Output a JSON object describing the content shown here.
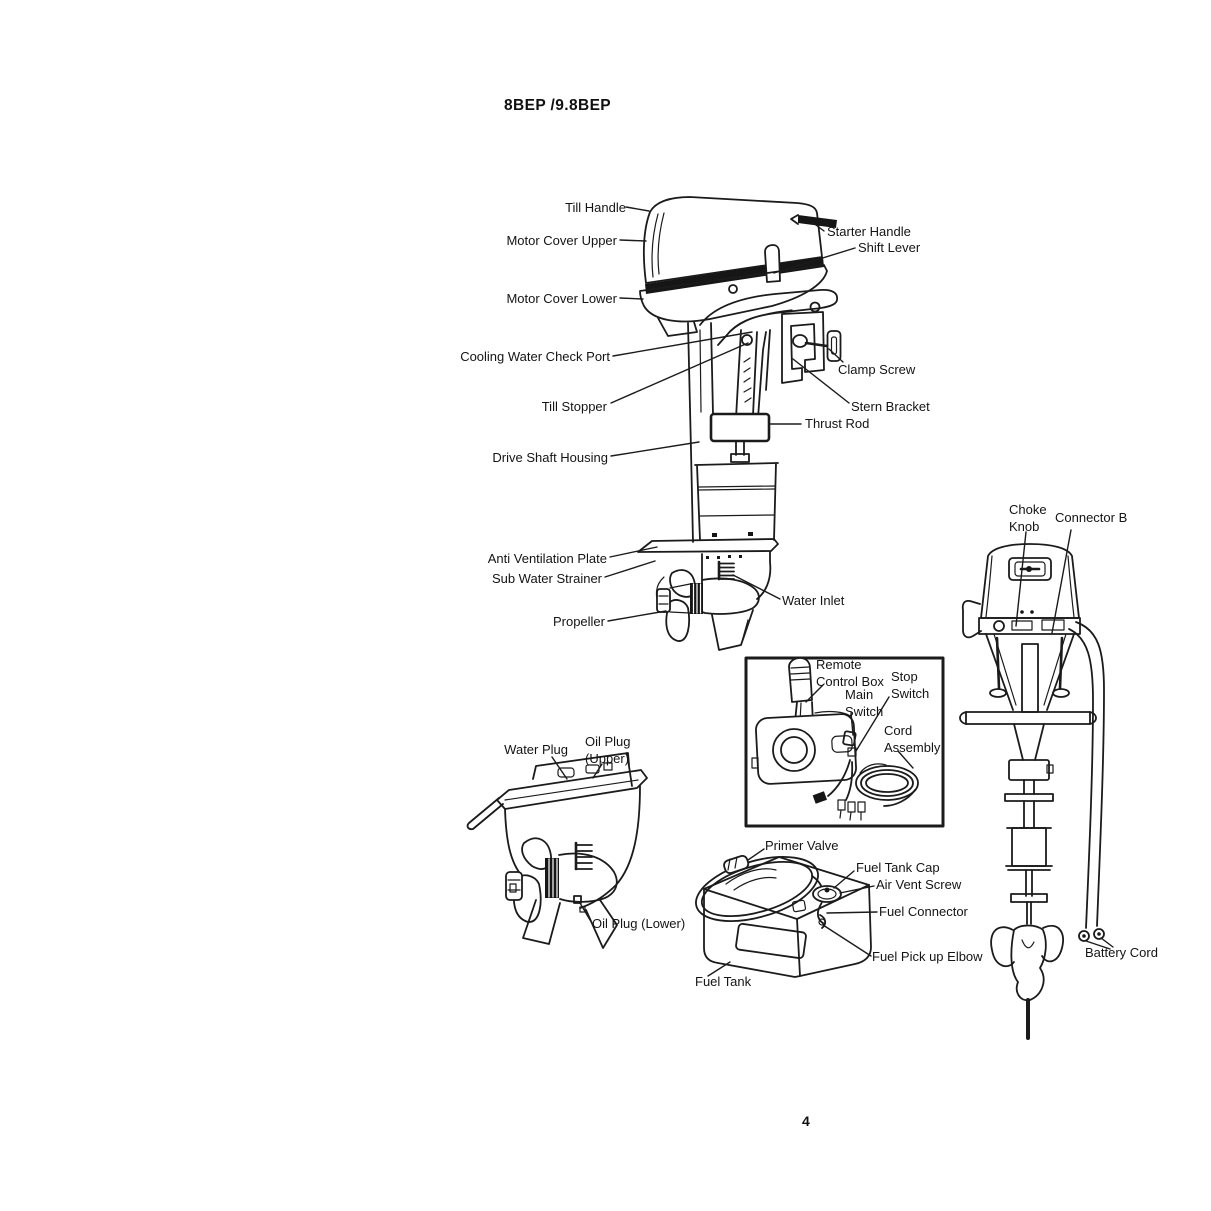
{
  "page": {
    "title": "8BEP /9.8BEP",
    "number": "4"
  },
  "figures": {
    "main": {
      "labels": {
        "till_handle": "Till Handle",
        "motor_cover_upper": "Motor Cover Upper",
        "starter_handle": "Starter Handle",
        "shift_lever": "Shift Lever",
        "motor_cover_lower": "Motor Cover Lower",
        "cooling_water_check_port": "Cooling Water Check Port",
        "clamp_screw": "Clamp Screw",
        "till_stopper": "Till Stopper",
        "stern_bracket": "Stern Bracket",
        "thrust_rod": "Thrust Rod",
        "drive_shaft_housing": "Drive Shaft Housing",
        "anti_ventilation_plate": "Anti Ventilation Plate",
        "sub_water_strainer": "Sub Water Strainer",
        "water_inlet": "Water Inlet",
        "propeller": "Propeller"
      }
    },
    "rear": {
      "labels": {
        "choke_knob": "Choke\nKnob",
        "connector_b": "Connector B",
        "battery_cord": "Battery Cord"
      }
    },
    "remote": {
      "labels": {
        "remote_control_box": "Remote\nControl Box",
        "stop_switch": "Stop\nSwitch",
        "main_switch": "Main\nSwitch",
        "cord_assembly": "Cord\nAssembly"
      }
    },
    "gearcase": {
      "labels": {
        "water_plug": "Water Plug",
        "oil_plug_upper": "Oil Plug\n(Upper)",
        "oil_plug_lower": "Oil Plug (Lower)"
      }
    },
    "fueltank": {
      "labels": {
        "primer_valve": "Primer Valve",
        "fuel_tank_cap": "Fuel Tank Cap",
        "air_vent_screw": "Air Vent Screw",
        "fuel_connector": "Fuel Connector",
        "fuel_pick_up_elbow": "Fuel Pick up Elbow",
        "fuel_tank": "Fuel Tank"
      }
    }
  }
}
